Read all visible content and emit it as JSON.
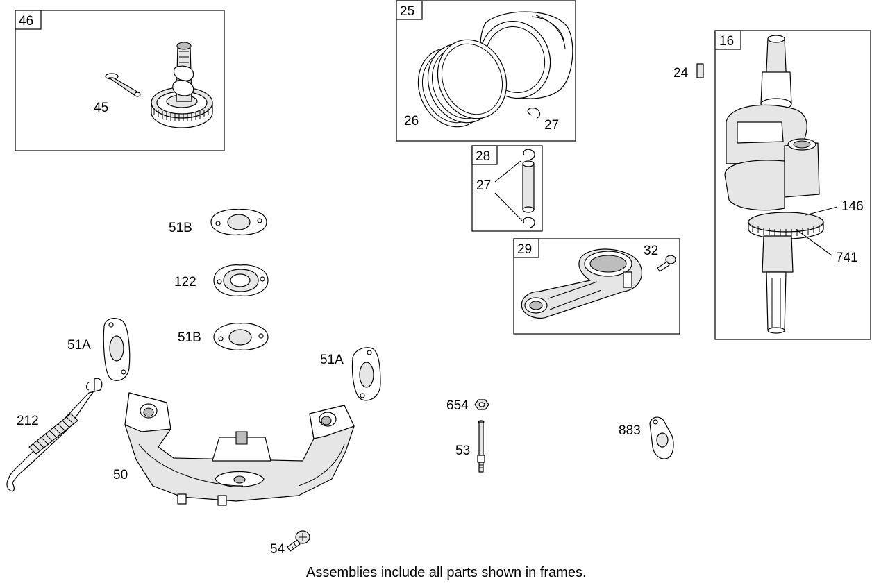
{
  "frames": {
    "f46": "46",
    "f25": "25",
    "f28": "28",
    "f29": "29",
    "f16": "16"
  },
  "labels": {
    "p45": "45",
    "p26": "26",
    "p27a": "27",
    "p27b": "27",
    "p24": "24",
    "p146": "146",
    "p741": "741",
    "p32": "32",
    "p51b_top": "51B",
    "p122": "122",
    "p51b_bottom": "51B",
    "p51a_left": "51A",
    "p51a_right": "51A",
    "p212": "212",
    "p50": "50",
    "p54": "54",
    "p654": "654",
    "p53": "53",
    "p883": "883"
  },
  "footer": "Assemblies include all parts shown in frames."
}
